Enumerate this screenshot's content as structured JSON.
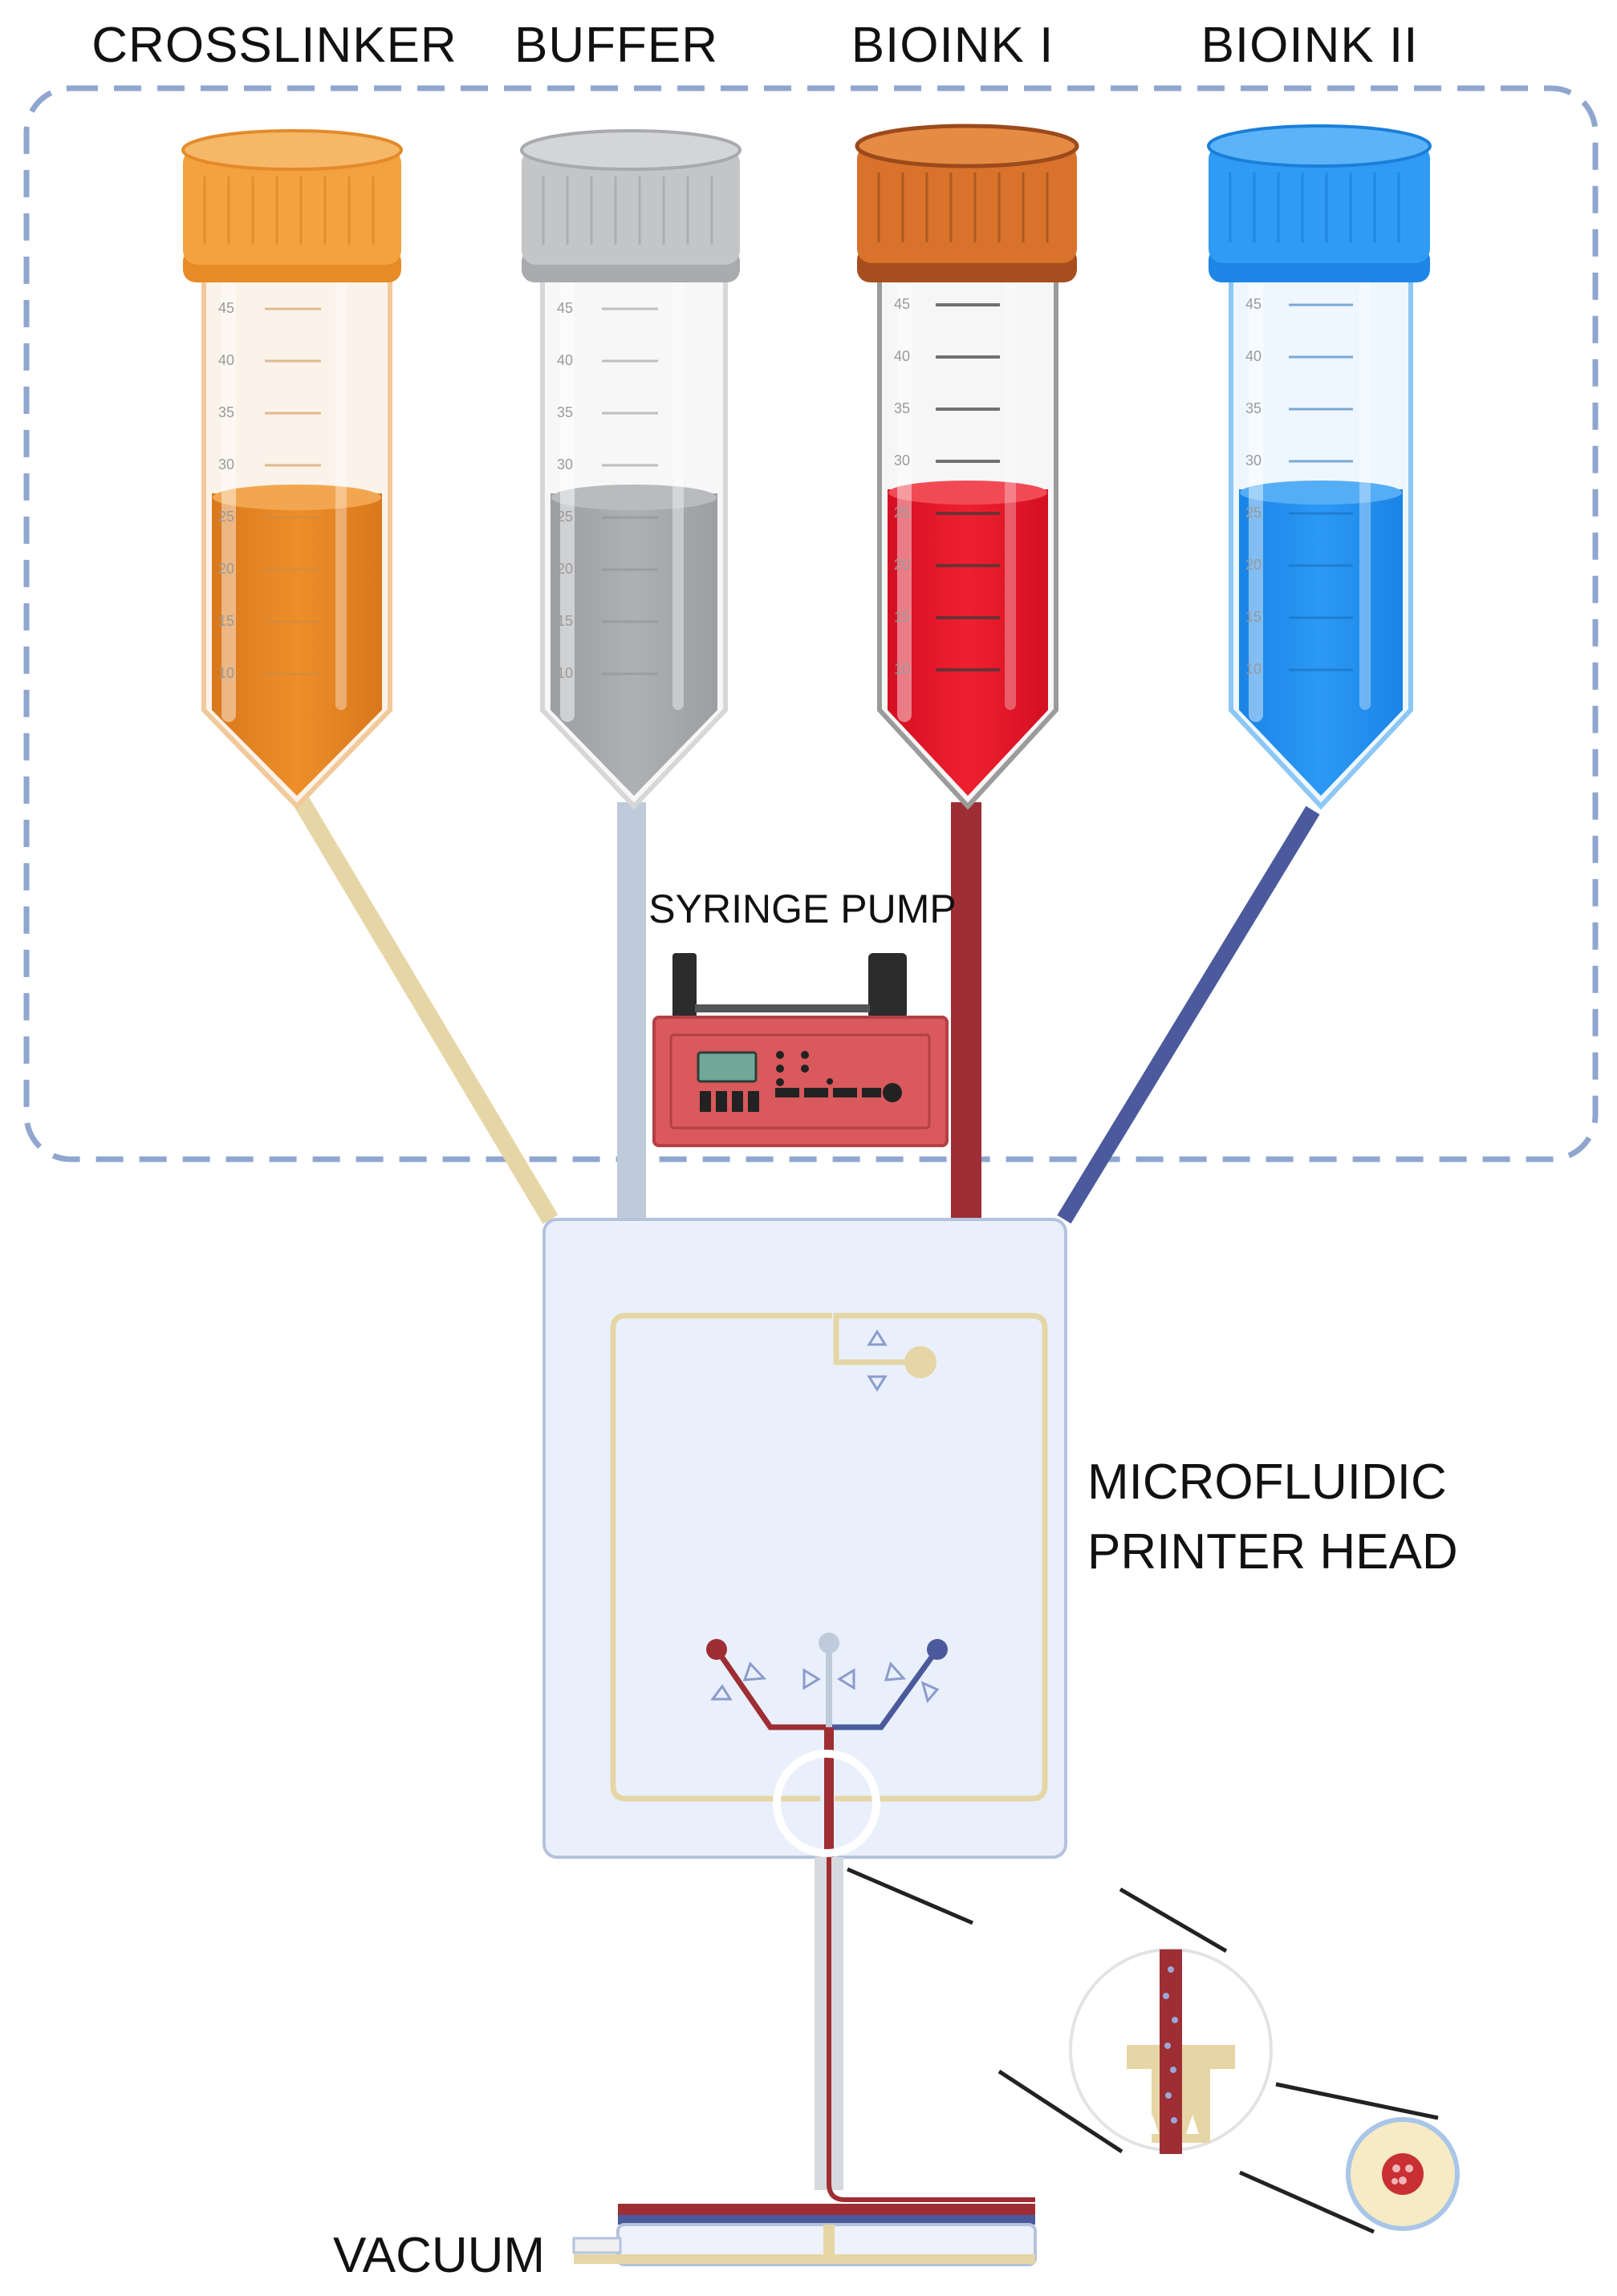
{
  "labels": {
    "crosslinker": "CROSSLINKER",
    "buffer": "BUFFER",
    "bioink1": "BIOINK I",
    "bioink2": "BIOINK II",
    "syringe_pump": "SYRINGE PUMP",
    "printer_head_line1": "MICROFLUIDIC",
    "printer_head_line2": "PRINTER HEAD",
    "vacuum": "VACUUM"
  },
  "graduations": [
    "45",
    "40",
    "35",
    "30",
    "25",
    "20",
    "15",
    "10"
  ],
  "colors": {
    "crosslinker": "#e88a25",
    "crosslinker_cap": "#f3a23f",
    "buffer": "#a7a9ab",
    "buffer_cap": "#c4c5c7",
    "bioink1": "#e8192c",
    "bioink1_cap": "#d9722a",
    "bioink2": "#1f8fef",
    "bioink2_cap": "#2f9bf5",
    "tube_crosslinker": "#e6d6a6",
    "tube_buffer": "#bfcbdb",
    "tube_bioink1": "#9e2e33",
    "tube_bioink2": "#4a5a9c",
    "dashed_frame": "#8fa6cf",
    "printer_head": "#e9f0fb",
    "pump": "#d9595c"
  }
}
